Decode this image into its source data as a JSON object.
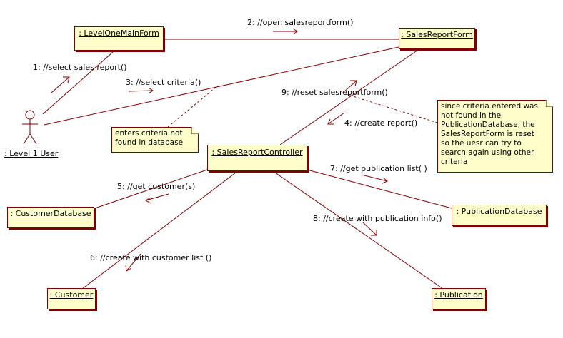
{
  "objects": {
    "level_one_main_form": ": LevelOneMainForm",
    "sales_report_form": ": SalesReportForm",
    "sales_report_controller": ": SalesReportController",
    "customer_database": ": CustomerDatabase",
    "publication_database": ": PublicationDatabase",
    "customer": ": Customer",
    "publication": ": Publication"
  },
  "actor": {
    "name": ": Level 1 User"
  },
  "messages": {
    "m1": "1:  //select sales report()",
    "m2": "2: //open salesreportform()",
    "m3": "3: //select criteria()",
    "m4": "4: //create report()",
    "m5": "5: //get customer(s)",
    "m6": "6: //create with customer list ()",
    "m7": "7: //get publication list( )",
    "m8": "8: //create with publication info()",
    "m9": "9: //reset salesreportform()"
  },
  "notes": {
    "criteria_note": [
      "enters criteria not",
      "found in database"
    ],
    "reset_note": [
      "since criteria entered was",
      "not found in the",
      "PublicationDatabase, the",
      "SalesReportForm is reset",
      "so the uesr can try to",
      "search again using other",
      "criteria"
    ]
  },
  "colors": {
    "line": "#800000",
    "box_fill": "#ffffcc"
  }
}
